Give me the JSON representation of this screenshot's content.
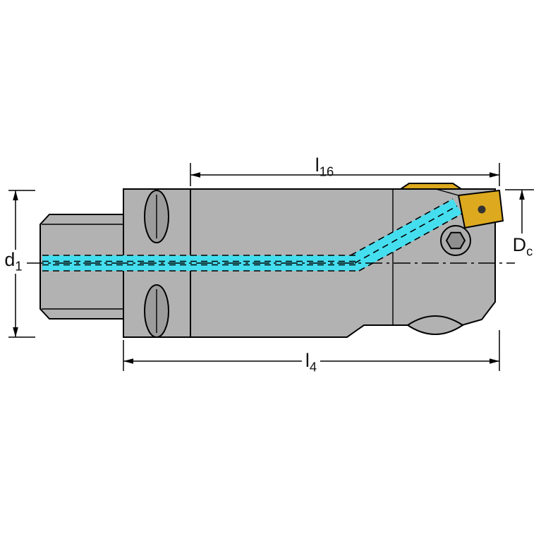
{
  "dimensions": {
    "l16": {
      "base": "l",
      "sub": "16"
    },
    "l4": {
      "base": "l",
      "sub": "4"
    },
    "d1": {
      "base": "d",
      "sub": "1"
    },
    "Dc": {
      "base": "D",
      "sub": "c"
    }
  },
  "colors": {
    "body_gray": "#B2B2B2",
    "slot_gray": "#9C9C9C",
    "coolant_cyan": "#45DEEF",
    "insert_gold": "#DCA91F",
    "outline_black": "#000000",
    "background": "#FFFFFF"
  }
}
